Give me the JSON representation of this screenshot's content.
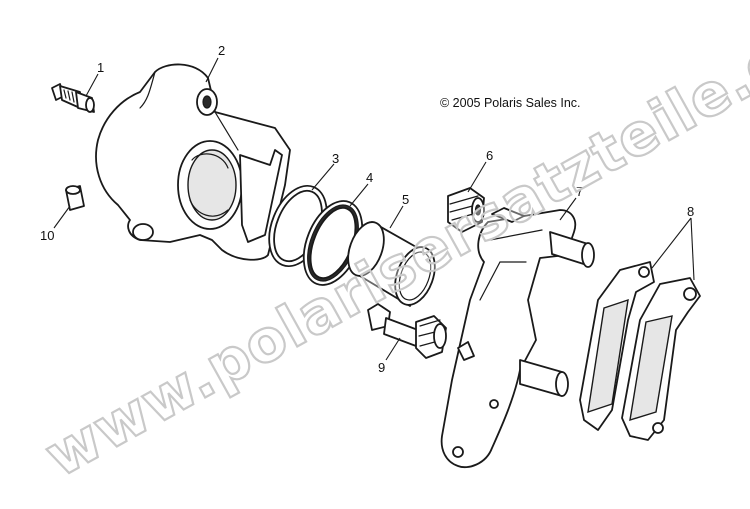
{
  "copyright": "© 2005 Polaris Sales Inc.",
  "watermark": "www.polarisersatzteile.de",
  "callouts": {
    "c1": "1",
    "c2": "2",
    "c3": "3",
    "c4": "4",
    "c5": "5",
    "c6": "6",
    "c7": "7",
    "c8": "8",
    "c9": "9",
    "c10": "10"
  }
}
